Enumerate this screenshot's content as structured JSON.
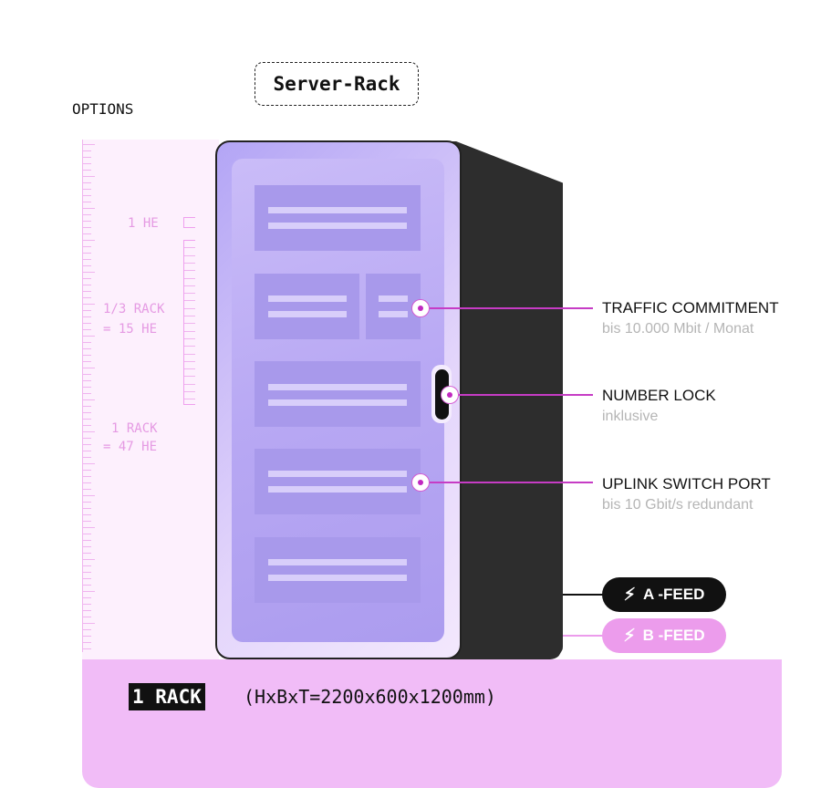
{
  "header": {
    "title": "Server-Rack",
    "options_label": "OPTIONS"
  },
  "ruler": {
    "one_he": "1 HE",
    "third_rack_line1": "1/3 RACK",
    "third_rack_line2": "= 15 HE",
    "full_rack_line1": "1 RACK",
    "full_rack_line2": "= 47 HE"
  },
  "callouts": [
    {
      "title": "TRAFFIC COMMITMENT",
      "subtitle": "bis 10.000 Mbit / Monat"
    },
    {
      "title": "NUMBER LOCK",
      "subtitle": "inklusive"
    },
    {
      "title": "UPLINK SWITCH PORT",
      "subtitle": "bis 10 Gbit/s redundant"
    }
  ],
  "feeds": {
    "a_label": "A -FEED",
    "b_label": "B -FEED",
    "a_color": "#111111",
    "b_color": "#ec9cec",
    "icon": "lightning-bolt-icon"
  },
  "footer": {
    "rack_count": "1 RACK",
    "dimensions": "(HxBxT=2200x600x1200mm)"
  },
  "colors": {
    "accent": "#c128c0",
    "rack_purple": "#b3a5f5",
    "footer_bg": "#f1bcf7"
  }
}
